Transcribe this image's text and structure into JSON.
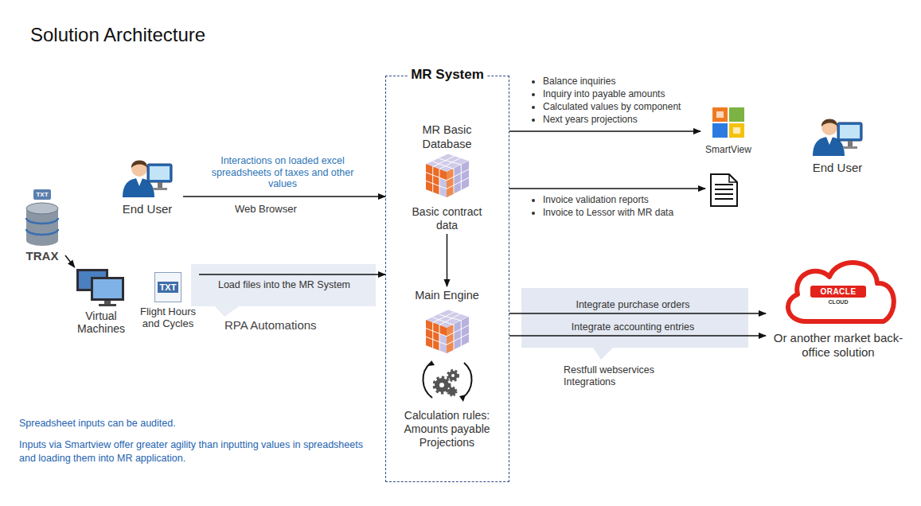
{
  "diagram": {
    "title": "Solution Architecture",
    "nodes": [
      {
        "text": [
          "MR System"
        ]
      },
      {
        "text": [
          "MR Basic Database",
          "Basic contract data"
        ],
        "in": 0
      },
      {
        "text": [
          "Main Engine",
          "Calculation rules: Amounts payable Projections"
        ],
        "in": 0
      },
      {
        "text": [
          "End User"
        ]
      },
      {
        "text": [
          "TXT",
          "TRAX"
        ]
      },
      {
        "text": [
          "Virtual Machines"
        ]
      },
      {
        "text": [
          "TXT",
          "Flight Hours and Cycles"
        ]
      },
      {
        "text": [
          "SmartView"
        ]
      },
      {
        "text": [
          "End User"
        ]
      },
      {
        "text": [
          "ORACLE",
          "CLOUD",
          "Or another market back-office solution"
        ]
      }
    ],
    "edges": [
      {
        "from": 3,
        "to": 0,
        "arrow": "to",
        "label": "Interactions on loaded excel spreadsheets of taxes and other values"
      },
      {
        "from": 4,
        "to": 5,
        "arrow": "to"
      },
      {
        "from": 6,
        "to": 0,
        "arrow": "to",
        "label": "Load files into the MR System"
      },
      {
        "from": 1,
        "to": 2,
        "arrow": "to"
      },
      {
        "from": 0,
        "to": 7,
        "arrow": "to"
      },
      {
        "from": 0,
        "to": 9,
        "arrow": "to",
        "label": "Integrate purchase orders"
      },
      {
        "from": 0,
        "to": 9,
        "arrow": "to",
        "label": "Integrate accounting entries"
      }
    ],
    "labels": [
      "Balance inquiries",
      "Inquiry into payable amounts",
      "Calculated values by component",
      "Next years projections",
      "Invoice validation reports",
      "Invoice to Lessor with MR data",
      "Web Browser",
      "RPA Automations",
      "Restfull webservices Integrations",
      "Spreadsheet inputs can be audited.",
      "Inputs via Smartview offer greater agility than inputting values in spreadsheets and loading them into MR application."
    ]
  }
}
